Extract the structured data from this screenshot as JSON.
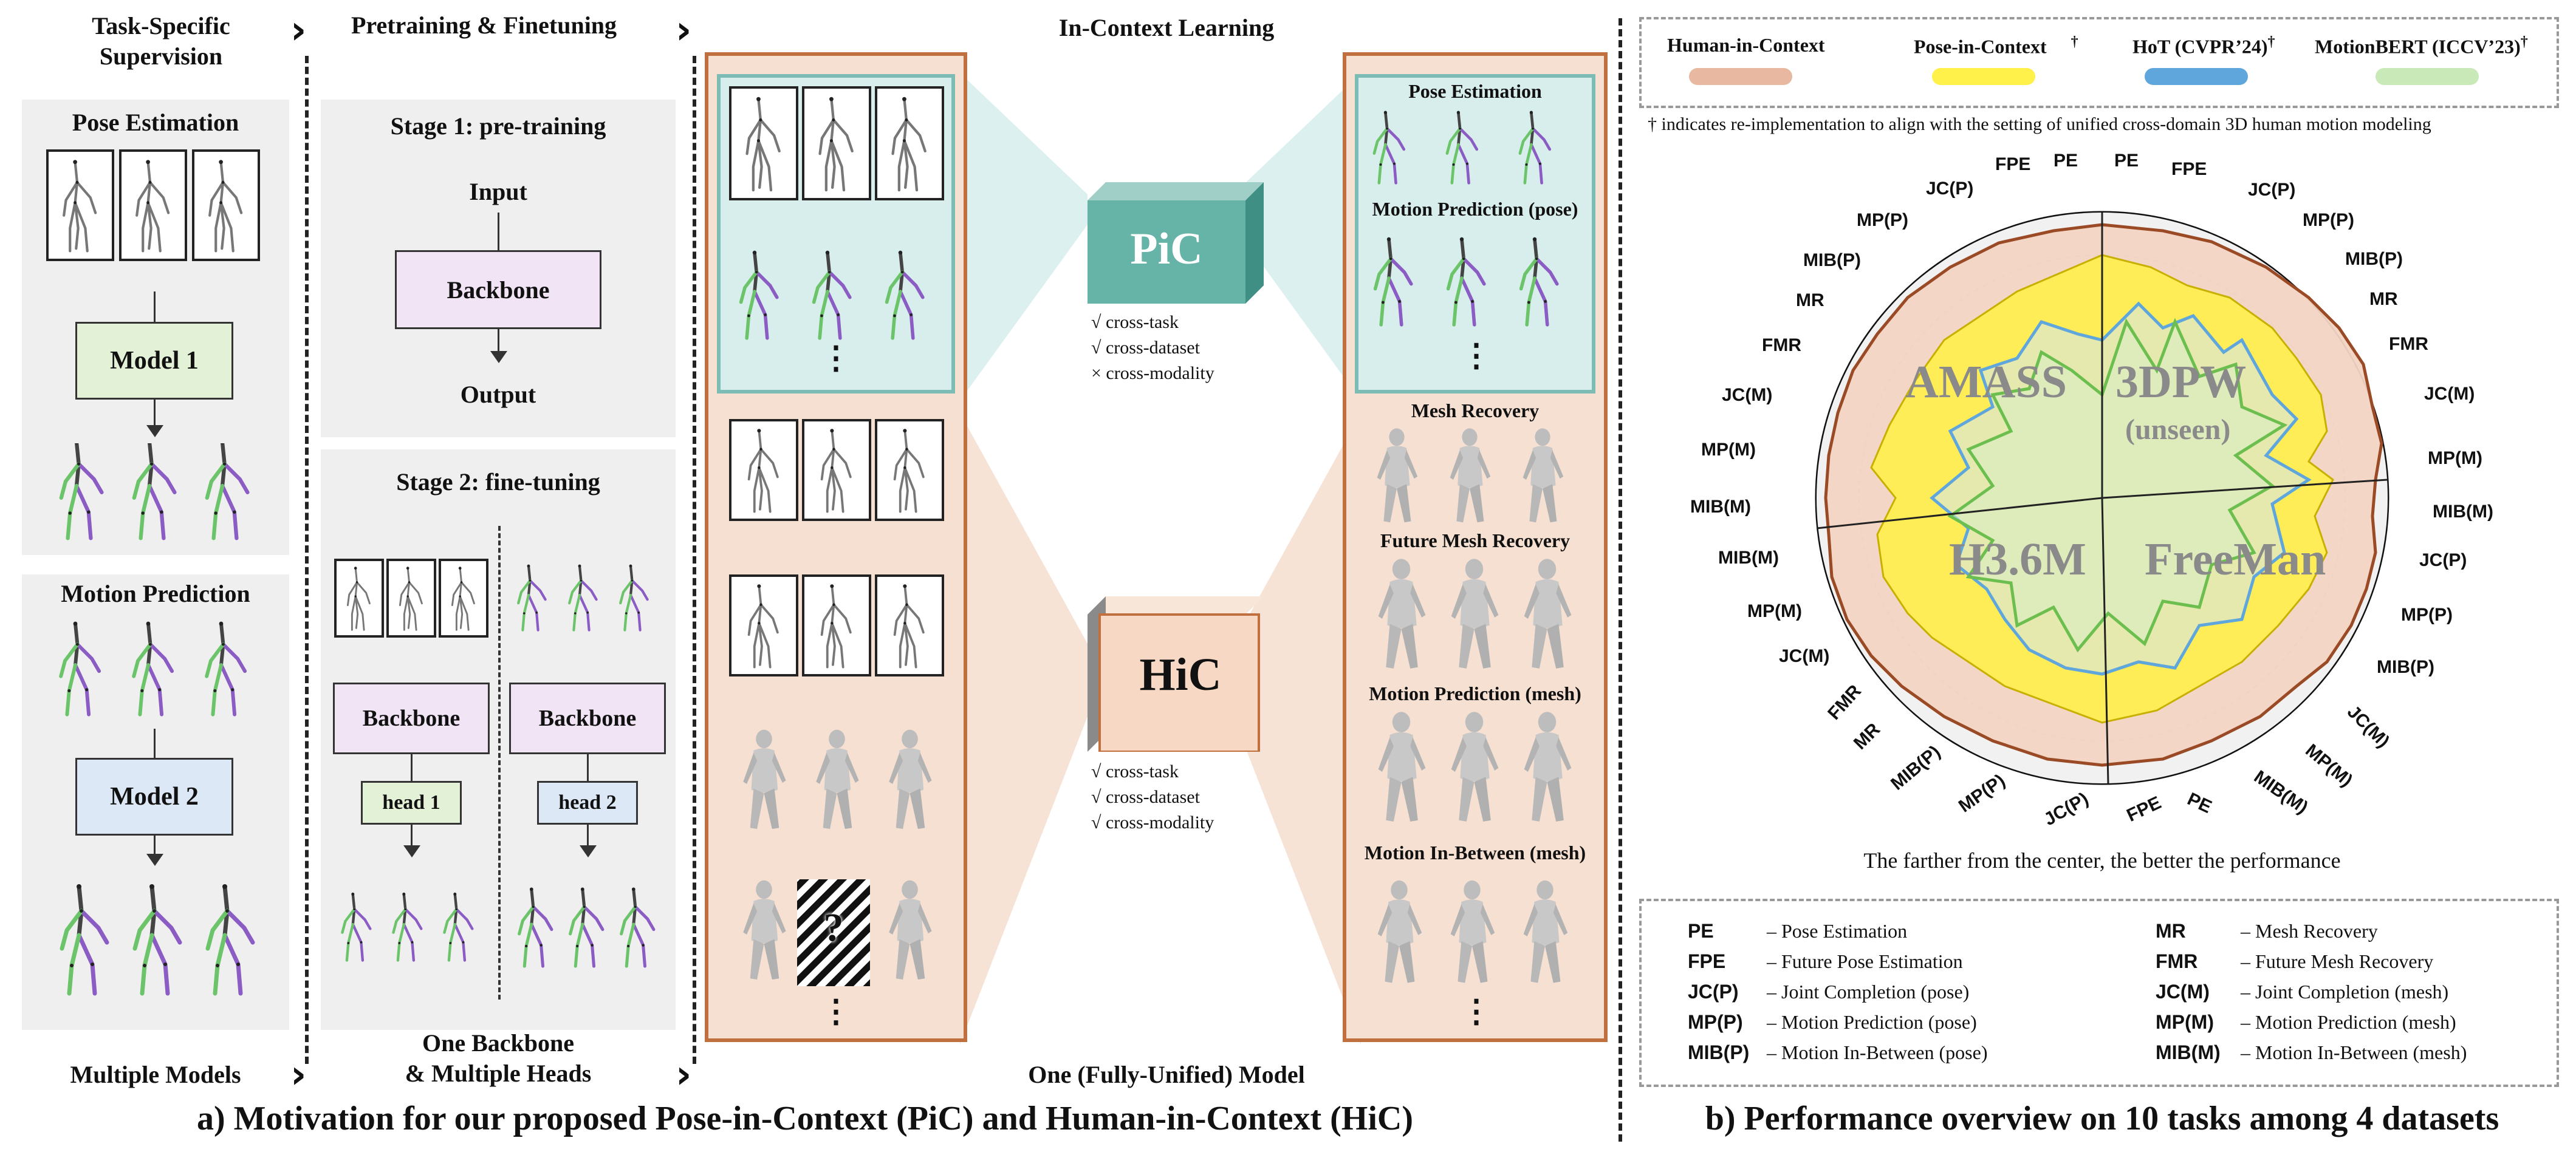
{
  "col1": {
    "title": "Task-Specific Supervision",
    "pose_estimation": "Pose Estimation",
    "model1": "Model 1",
    "motion_prediction": "Motion Prediction",
    "model2": "Model 2",
    "bottom": "Multiple Models"
  },
  "col2": {
    "title": "Pretraining & Finetuning",
    "stage1": "Stage 1: pre-training",
    "input": "Input",
    "backbone": "Backbone",
    "output": "Output",
    "stage2": "Stage 2: fine-tuning",
    "head1": "head 1",
    "head2": "head 2",
    "bottom_line1": "One Backbone",
    "bottom_line2": "& Multiple Heads"
  },
  "col3": {
    "title": "In-Context Learning",
    "pic": "PiC",
    "hic": "HiC",
    "pic_checks": [
      "cross-task",
      "cross-dataset",
      "cross-modality"
    ],
    "pic_marks": [
      "√",
      "√",
      "×"
    ],
    "hic_checks": [
      "cross-task",
      "cross-dataset",
      "cross-modality"
    ],
    "hic_marks": [
      "√",
      "√",
      "√"
    ],
    "right_labels": [
      "Pose Estimation",
      "Motion Prediction (pose)",
      "Mesh Recovery",
      "Future Mesh Recovery",
      "Motion Prediction (mesh)",
      "Motion In-Between (mesh)"
    ],
    "question": "?",
    "ellipsis": "⋮",
    "bottom": "One (Fully-Unified) Model"
  },
  "caption_a": "a) Motivation for our proposed Pose-in-Context (PiC) and Human-in-Context (HiC)",
  "caption_b": "b) Performance overview on 10 tasks among 4 datasets",
  "legend": {
    "items": [
      {
        "label": "Human-in-Context",
        "sup": "",
        "color": "#e8b9a0"
      },
      {
        "label": "Pose-in-Context",
        "sup": "†",
        "color": "#fff04a"
      },
      {
        "label": "HoT (CVPR’24)",
        "sup": "†",
        "color": "#5ea6dc"
      },
      {
        "label": "MotionBERT (ICCV’23)",
        "sup": "†",
        "color": "#c9e9b8"
      }
    ],
    "note": "† indicates re-implementation to align with the setting of unified cross-domain 3D human motion modeling"
  },
  "radar": {
    "datasets": [
      "AMASS",
      "3DPW",
      "(unseen)",
      "H3.6M",
      "FreeMan"
    ],
    "labels_tr": [
      "PE",
      "FPE",
      "JC(P)",
      "MP(P)",
      "MIB(P)",
      "MR",
      "FMR",
      "JC(M)",
      "MP(M)",
      "MIB(M)"
    ],
    "labels_br": [
      "JC(P)",
      "MP(P)",
      "MIB(P)",
      "JC(M)",
      "MP(M)",
      "MIB(M)",
      "PE"
    ],
    "labels_bl": [
      "FPE",
      "JC(P)",
      "MP(P)",
      "MIB(P)",
      "MR",
      "FMR",
      "JC(M)",
      "MP(M)",
      "MIB(M)"
    ],
    "labels_tl": [
      "PE",
      "FPE",
      "JC(P)",
      "MP(P)",
      "MIB(P)",
      "MR",
      "FMR",
      "JC(M)",
      "MP(M)",
      "MIB(M)"
    ],
    "caption": "The farther from the center, the better the performance"
  },
  "abbrev": {
    "left": [
      {
        "abbr": "PE",
        "desc": "– Pose Estimation"
      },
      {
        "abbr": "FPE",
        "desc": "– Future Pose Estimation"
      },
      {
        "abbr": "JC(P)",
        "desc": "– Joint Completion (pose)"
      },
      {
        "abbr": "MP(P)",
        "desc": "– Motion Prediction (pose)"
      },
      {
        "abbr": "MIB(P)",
        "desc": "– Motion In-Between (pose)"
      }
    ],
    "right": [
      {
        "abbr": "MR",
        "desc": "– Mesh Recovery"
      },
      {
        "abbr": "FMR",
        "desc": "– Future Mesh Recovery"
      },
      {
        "abbr": "JC(M)",
        "desc": "– Joint Completion (mesh)"
      },
      {
        "abbr": "MP(M)",
        "desc": "– Motion Prediction (mesh)"
      },
      {
        "abbr": "MIB(M)",
        "desc": "– Motion In-Between (mesh)"
      }
    ]
  }
}
